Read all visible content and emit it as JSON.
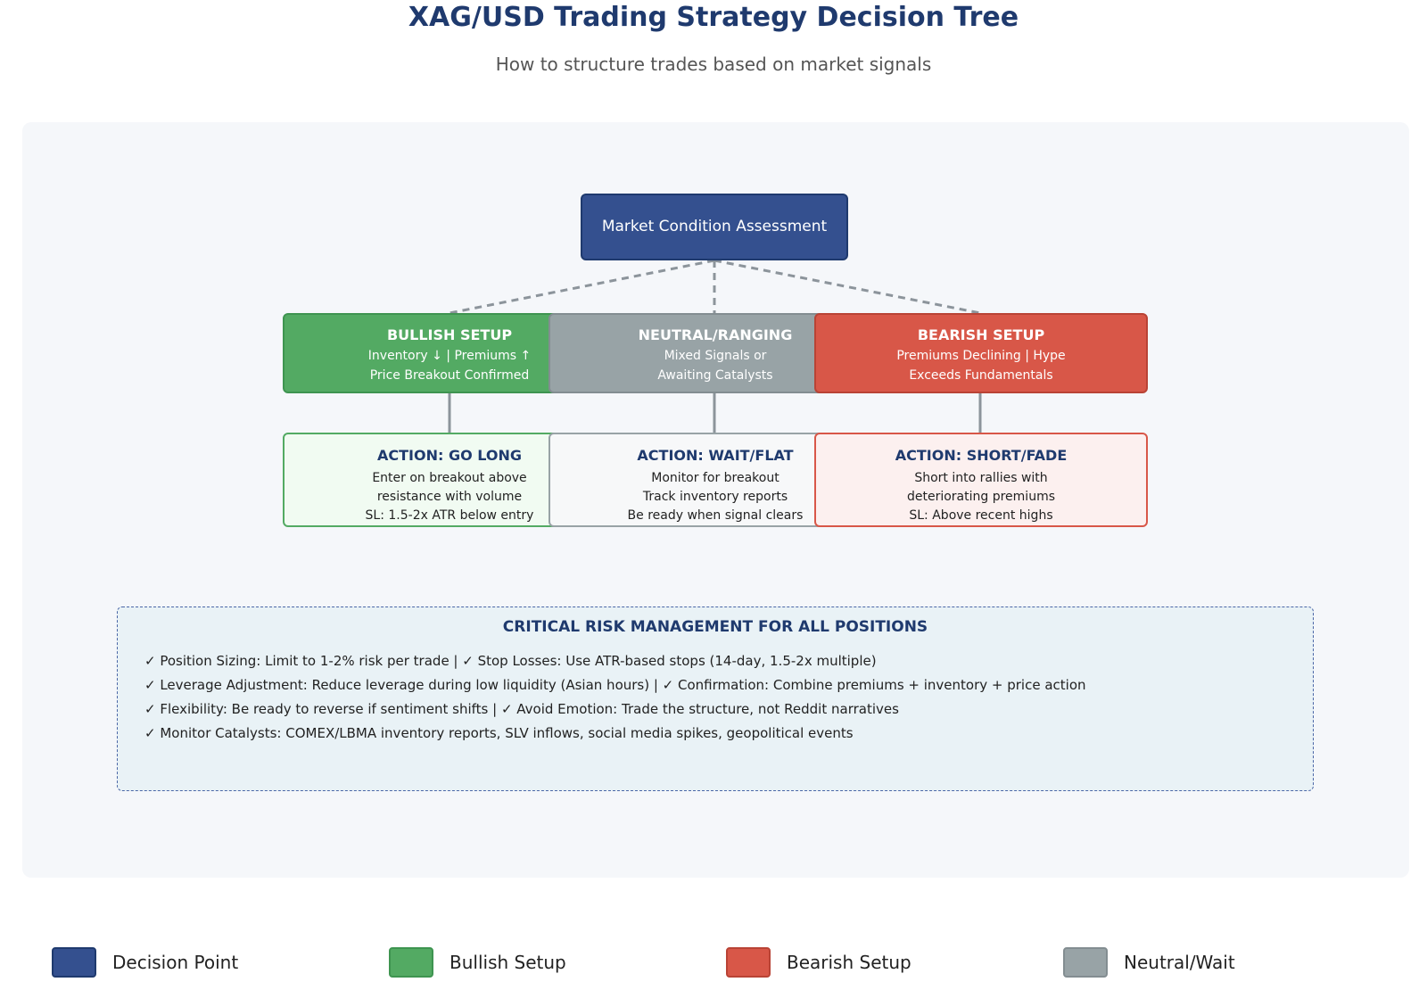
{
  "header": {
    "title": "XAG/USD Trading Strategy Decision Tree",
    "subtitle": "How to structure trades based on market signals"
  },
  "root": {
    "label": "Market Condition Assessment"
  },
  "setups": [
    {
      "title": "BULLISH SETUP",
      "line1": "Inventory ↓ | Premiums ↑",
      "line2": "Price Breakout Confirmed"
    },
    {
      "title": "NEUTRAL/RANGING",
      "line1": "Mixed Signals or",
      "line2": "Awaiting Catalysts"
    },
    {
      "title": "BEARISH SETUP",
      "line1": "Premiums Declining | Hype",
      "line2": "Exceeds Fundamentals"
    }
  ],
  "actions": [
    {
      "title": "ACTION: GO LONG",
      "lines": [
        "Enter on breakout above",
        "resistance with volume",
        "SL: 1.5-2x ATR below entry"
      ]
    },
    {
      "title": "ACTION: WAIT/FLAT",
      "lines": [
        "Monitor for breakout",
        "Track inventory reports",
        "Be ready when signal clears"
      ]
    },
    {
      "title": "ACTION: SHORT/FADE",
      "lines": [
        "Short into rallies with",
        "deteriorating premiums",
        "SL: Above recent highs"
      ]
    }
  ],
  "risk": {
    "title": "CRITICAL RISK MANAGEMENT FOR ALL POSITIONS",
    "lines": [
      "✓ Position Sizing: Limit to 1-2% risk per trade | ✓ Stop Losses: Use ATR-based stops (14-day, 1.5-2x multiple)",
      "✓ Leverage Adjustment: Reduce leverage during low liquidity (Asian hours) | ✓ Confirmation: Combine premiums + inventory + price action",
      "✓ Flexibility: Be ready to reverse if sentiment shifts | ✓ Avoid Emotion: Trade the structure, not Reddit narratives",
      "✓ Monitor Catalysts: COMEX/LBMA inventory reports, SLV inflows, social media spikes, geopolitical events"
    ]
  },
  "legend": [
    {
      "label": "Decision Point",
      "color": "#34508f"
    },
    {
      "label": "Bullish Setup",
      "color": "#53aa63"
    },
    {
      "label": "Bearish Setup",
      "color": "#d85748"
    },
    {
      "label": "Neutral/Wait",
      "color": "#98a3a6"
    }
  ]
}
